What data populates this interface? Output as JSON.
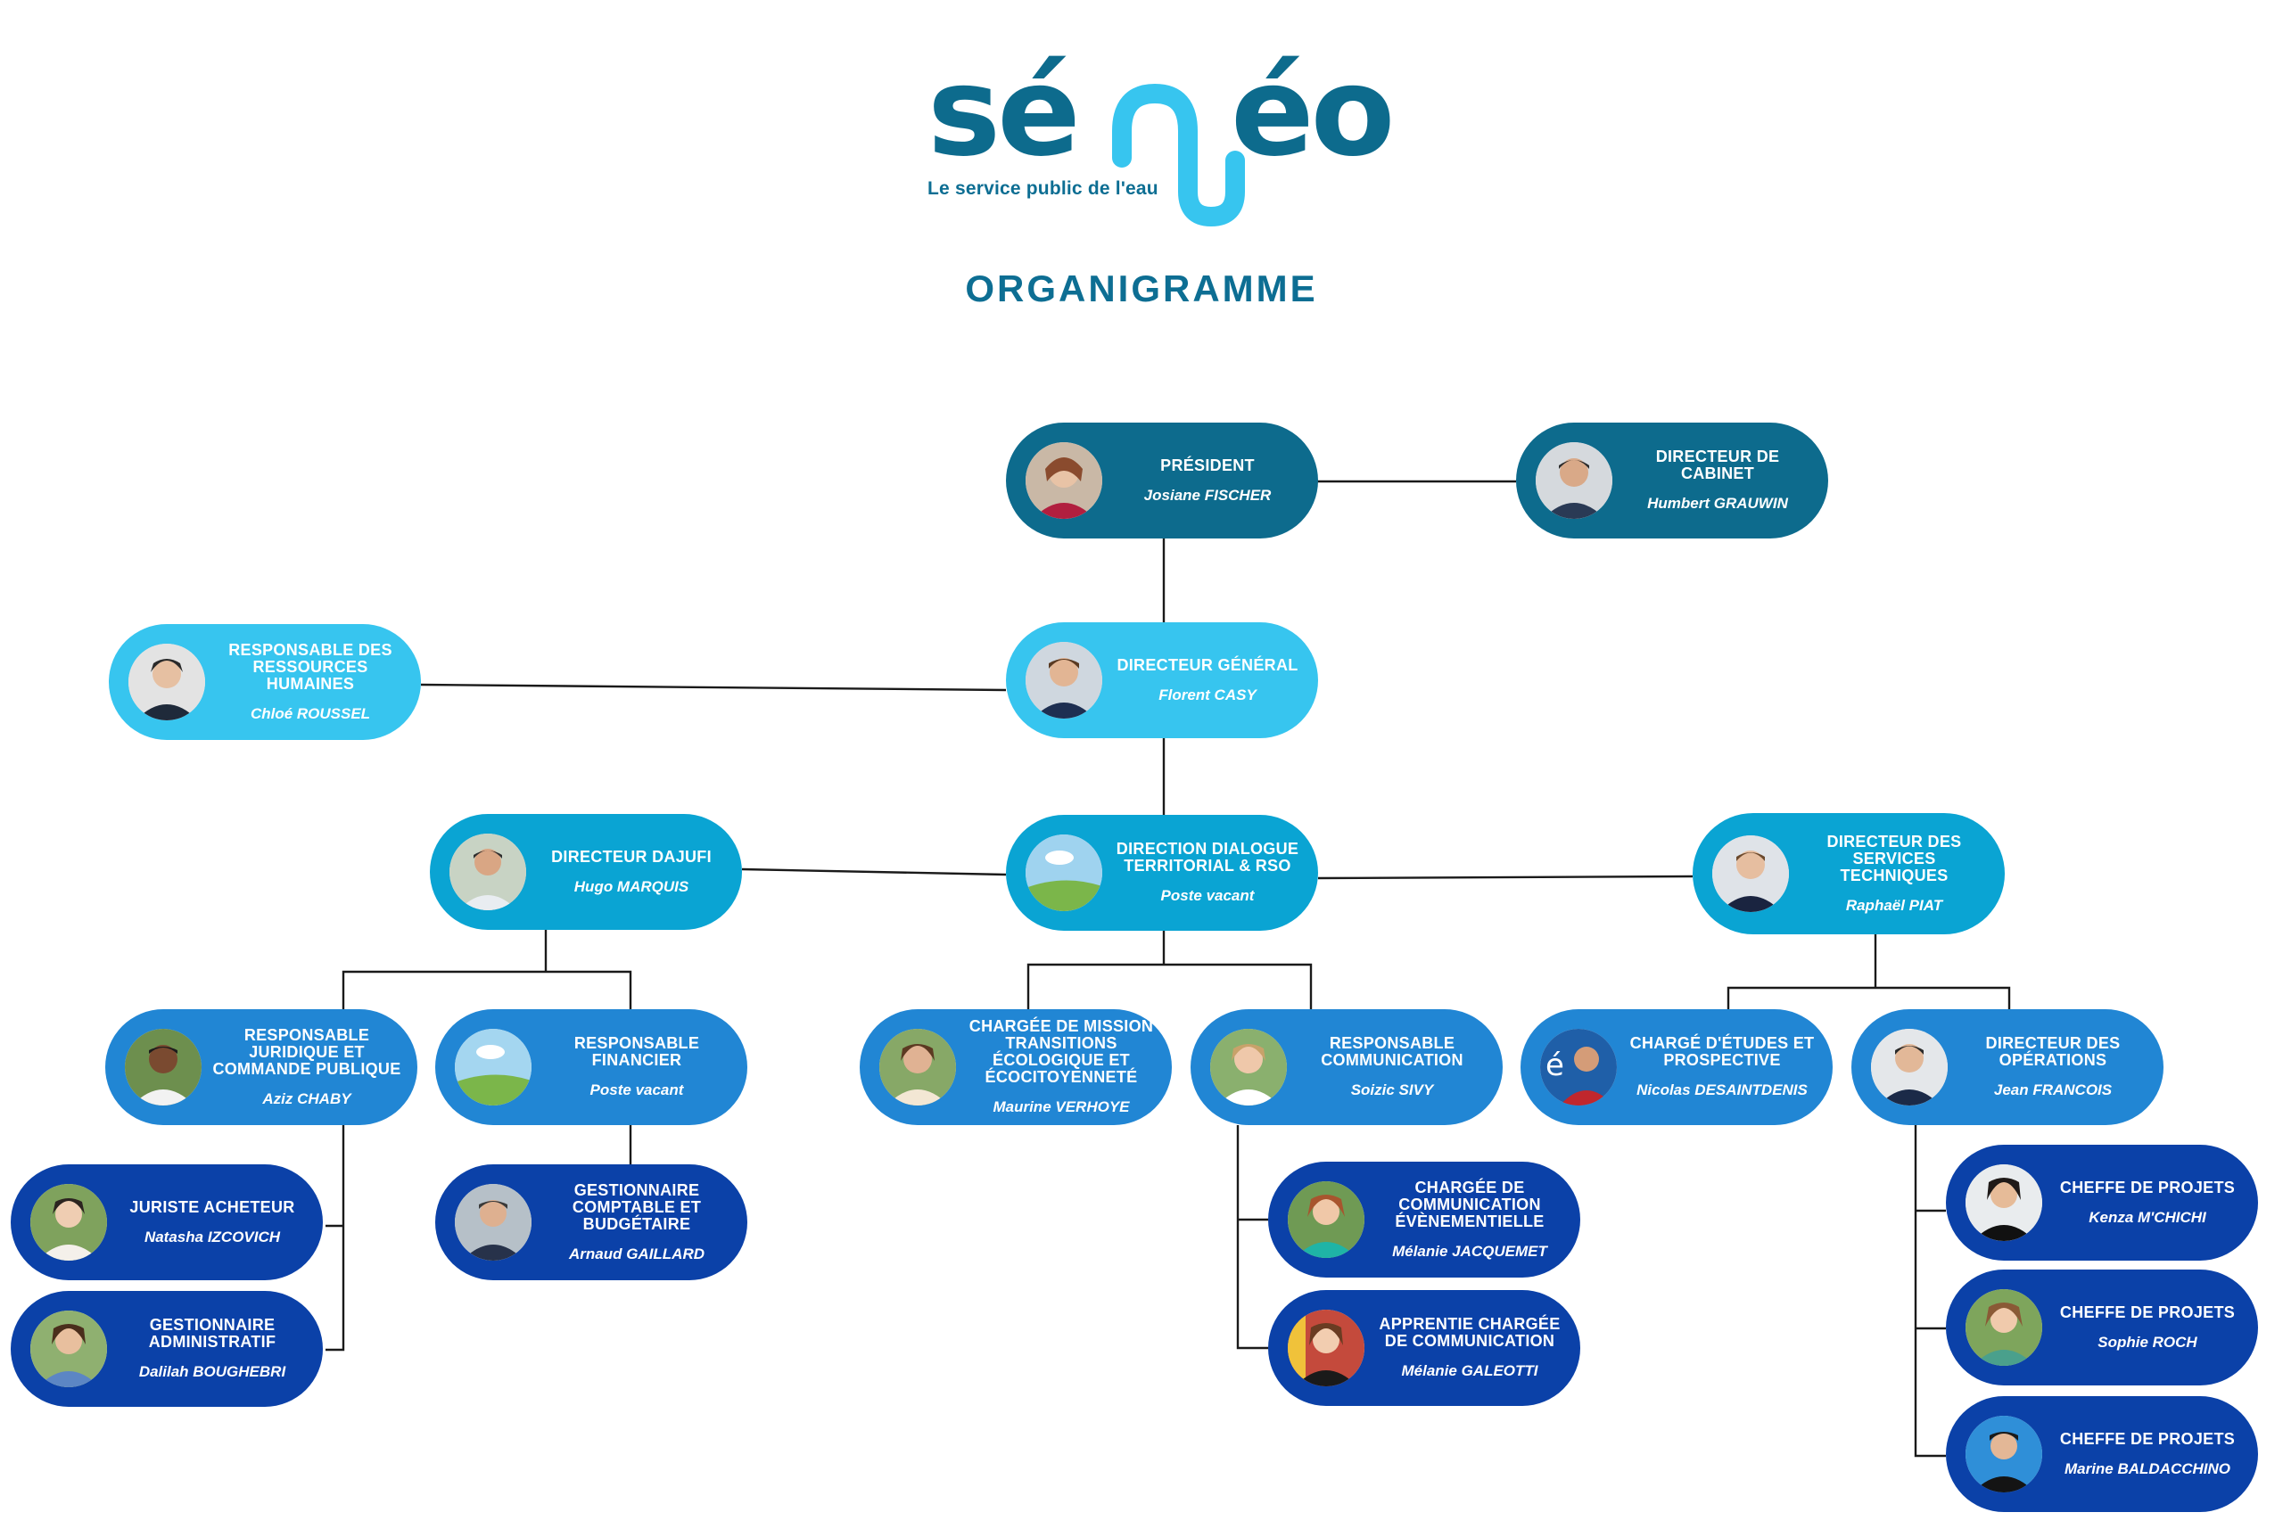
{
  "brand": {
    "name": "séneo",
    "tagline": "Le service public de l'eau",
    "colors": {
      "teal": "#0d6b8d",
      "cyan": "#37c5ef",
      "mid": "#0aa4d3",
      "blue": "#2186d4",
      "navy": "#0b41a8"
    }
  },
  "title": "ORGANIGRAMME",
  "nodes": {
    "president": {
      "role": "PRÉSIDENT",
      "name": "Josiane FISCHER"
    },
    "cabinet": {
      "role": "DIRECTEUR DE CABINET",
      "name": "Humbert GRAUWIN"
    },
    "rh": {
      "role": "RESPONSABLE DES RESSOURCES HUMAINES",
      "name": "Chloé ROUSSEL"
    },
    "dg": {
      "role": "DIRECTEUR GÉNÉRAL",
      "name": "Florent CASY"
    },
    "dajufi": {
      "role": "DIRECTEUR DAJUFI",
      "name": "Hugo MARQUIS"
    },
    "dialogue": {
      "role": "DIRECTION DIALOGUE TERRITORIAL & RSO",
      "name": "Poste vacant"
    },
    "techniques": {
      "role": "DIRECTEUR DES SERVICES TECHNIQUES",
      "name": "Raphaël PIAT"
    },
    "juridique": {
      "role": "RESPONSABLE JURIDIQUE ET COMMANDE PUBLIQUE",
      "name": "Aziz CHABY"
    },
    "financier": {
      "role": "RESPONSABLE FINANCIER",
      "name": "Poste vacant"
    },
    "mission": {
      "role": "CHARGÉE DE MISSION TRANSITIONS ÉCOLOGIQUE ET ÉCOCITOYENNETÉ",
      "name": "Maurine VERHOYE"
    },
    "communication": {
      "role": "RESPONSABLE COMMUNICATION",
      "name": "Soizic SIVY"
    },
    "etudes": {
      "role": "CHARGÉ D'ÉTUDES ET PROSPECTIVE",
      "name": "Nicolas DESAINTDENIS"
    },
    "operations": {
      "role": "DIRECTEUR DES OPÉRATIONS",
      "name": "Jean FRANCOIS"
    },
    "juriste": {
      "role": "JURISTE ACHETEUR",
      "name": "Natasha IZCOVICH"
    },
    "gestadmin": {
      "role": "GESTIONNAIRE ADMINISTRATIF",
      "name": "Dalilah BOUGHEBRI"
    },
    "comptable": {
      "role": "GESTIONNAIRE COMPTABLE ET BUDGÉTAIRE",
      "name": "Arnaud GAILLARD"
    },
    "evenement": {
      "role": "CHARGÉE DE COMMUNICATION ÉVÈNEMENTIELLE",
      "name": "Mélanie JACQUEMET"
    },
    "apprentie": {
      "role": "APPRENTIE CHARGÉE DE COMMUNICATION",
      "name": "Mélanie GALEOTTI"
    },
    "projets1": {
      "role": "CHEFFE DE PROJETS",
      "name": "Kenza M'CHICHI"
    },
    "projets2": {
      "role": "CHEFFE DE PROJETS",
      "name": "Sophie ROCH"
    },
    "projets3": {
      "role": "CHEFFE DE PROJETS",
      "name": "Marine BALDACCHINO"
    }
  }
}
